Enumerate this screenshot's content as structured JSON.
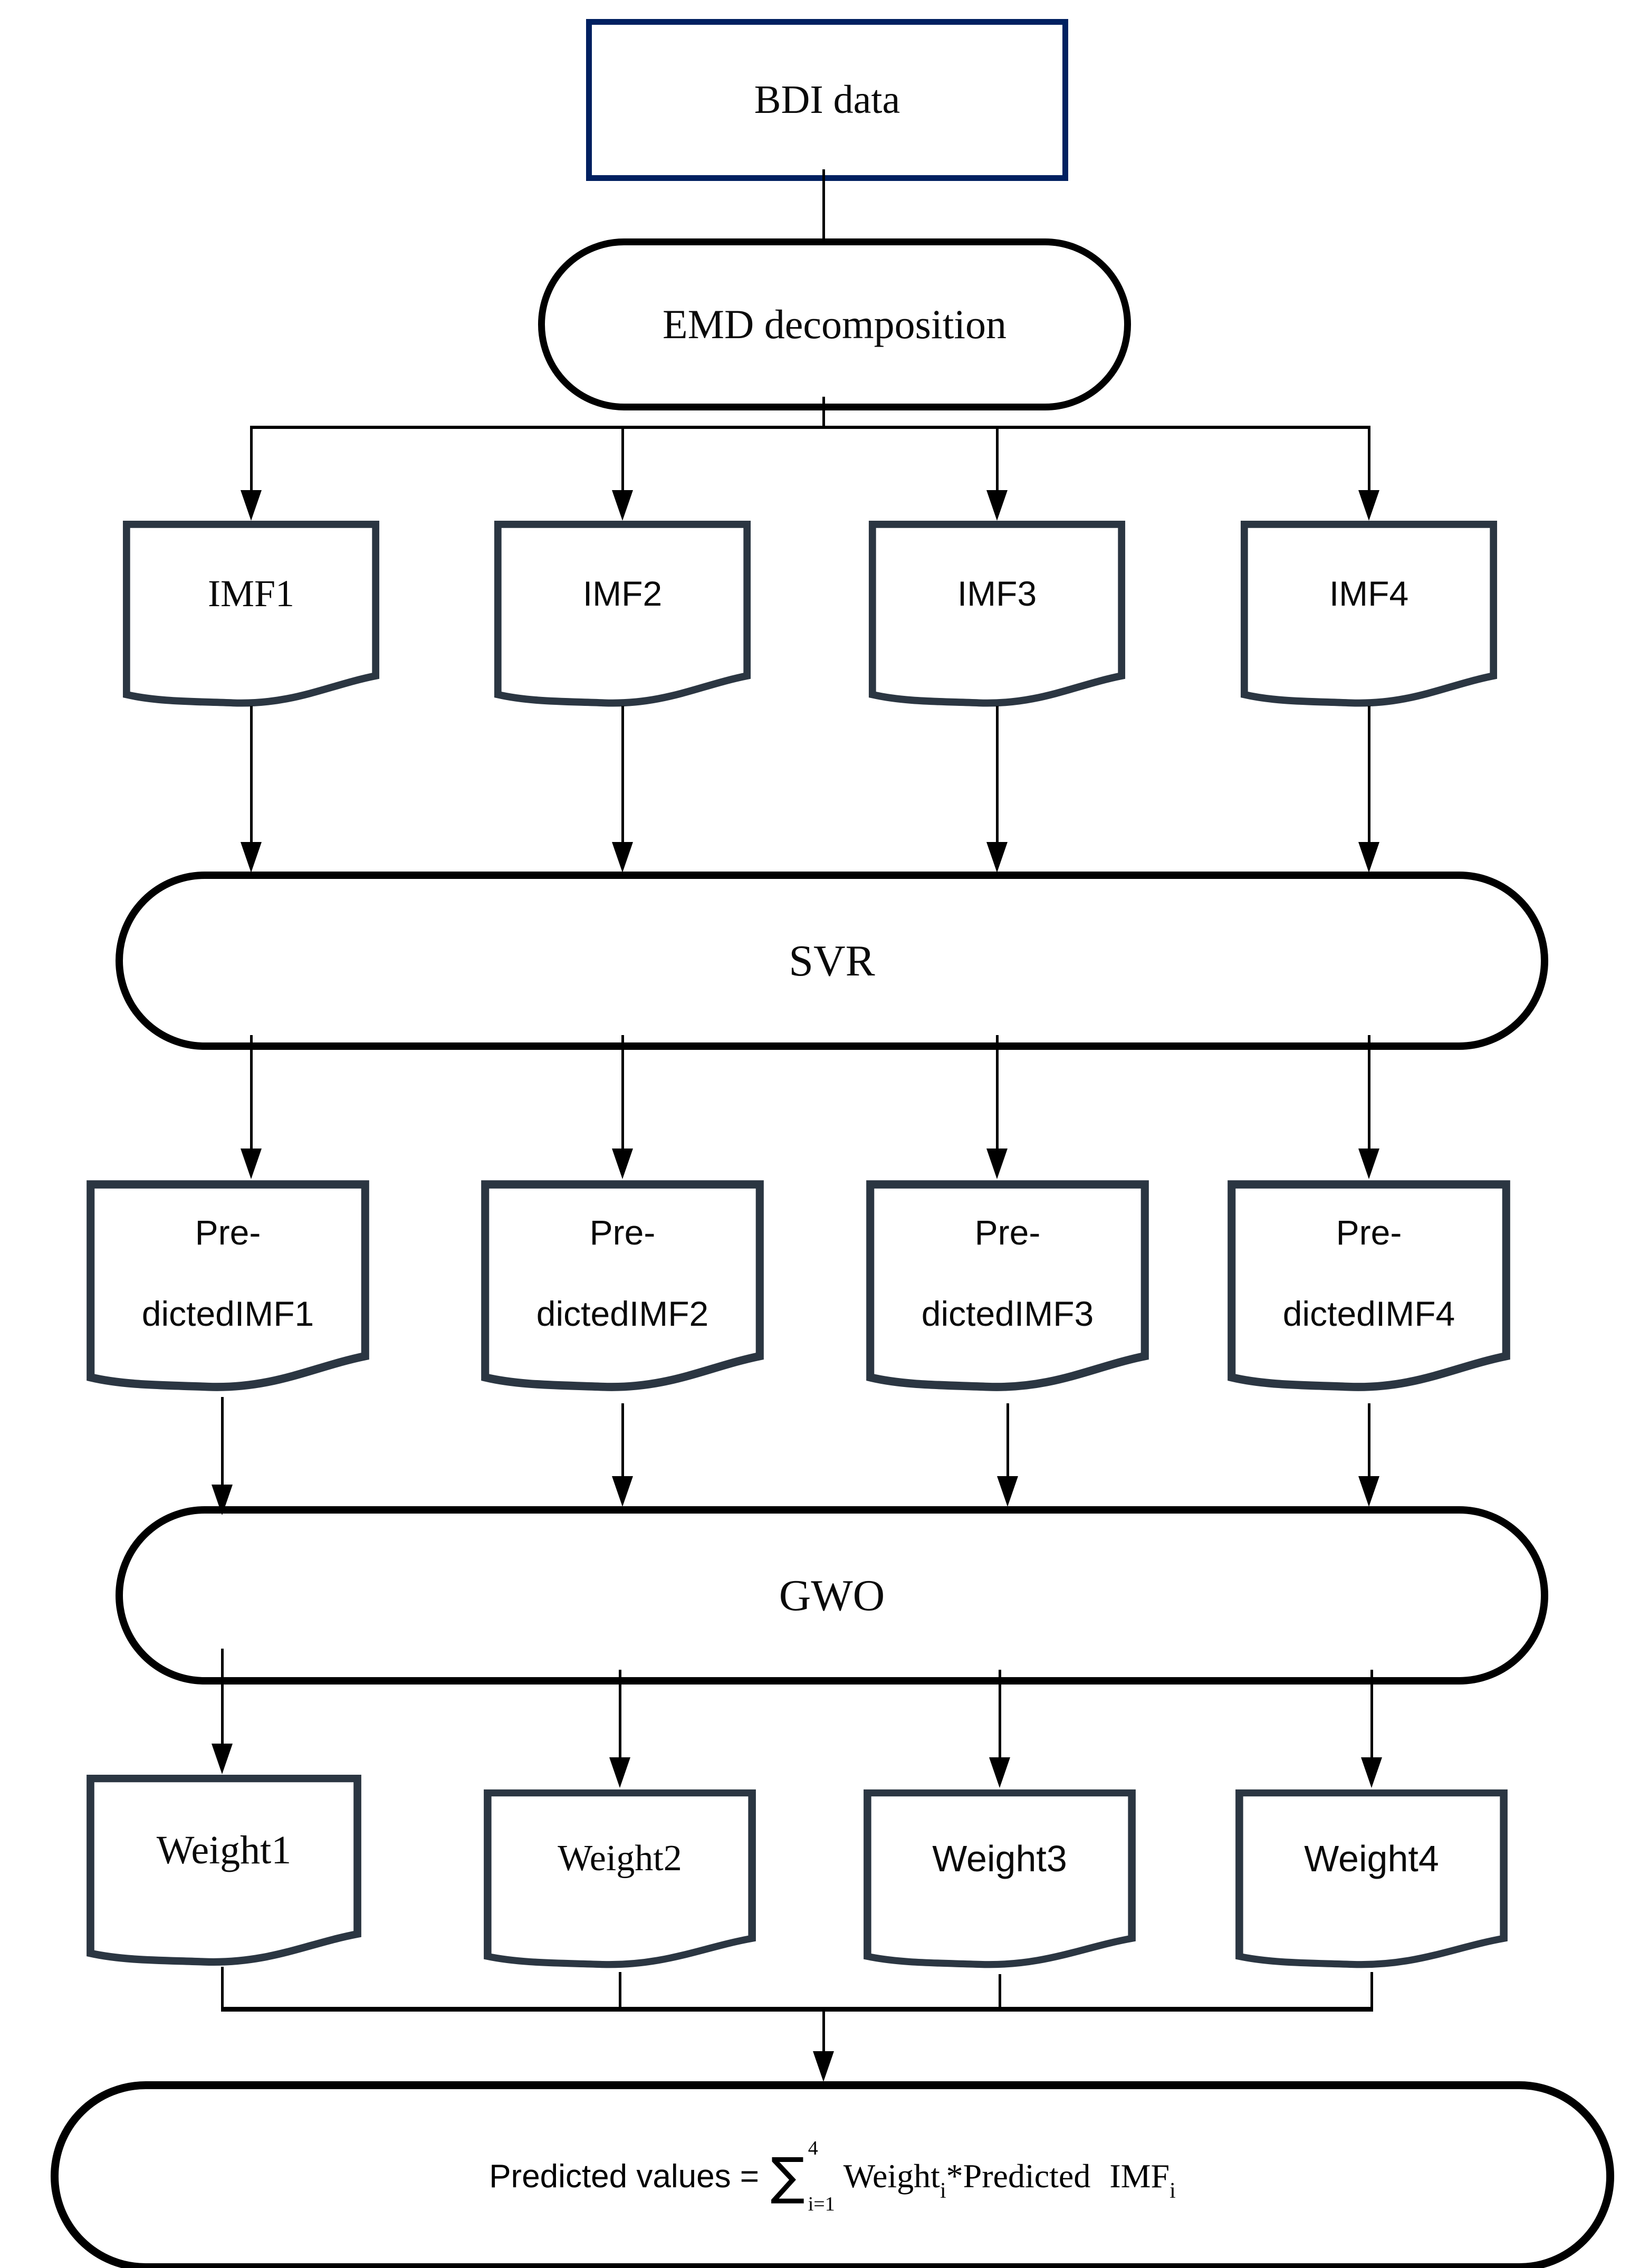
{
  "diagram": {
    "colors": {
      "accent_navy": "#002060",
      "doc_border": "#2b3642",
      "line_black": "#000000"
    },
    "bdi": {
      "label": "BDI data"
    },
    "emd": {
      "label": "EMD decomposition"
    },
    "svr": {
      "label": "SVR"
    },
    "gwo": {
      "label": "GWO"
    },
    "imf_docs": [
      {
        "label": "IMF1"
      },
      {
        "label": "IMF2"
      },
      {
        "label": "IMF3"
      },
      {
        "label": "IMF4"
      }
    ],
    "predicted_docs": [
      {
        "line1": "Pre-",
        "line2": "dictedIMF1"
      },
      {
        "line1": "Pre-",
        "line2": "dictedIMF2"
      },
      {
        "line1": "Pre-",
        "line2": "dictedIMF3"
      },
      {
        "line1": "Pre-",
        "line2": "dictedIMF4"
      }
    ],
    "weight_docs": [
      {
        "label": "Weight1"
      },
      {
        "label": "Weight2"
      },
      {
        "label": "Weight3"
      },
      {
        "label": "Weight4"
      }
    ],
    "formula": {
      "prefix": "Predicted values =",
      "sigma": "∑",
      "upper": "4",
      "lower": "i=1",
      "weight": "Weight",
      "weight_sub": "i",
      "star": "*Predicted",
      "imf": "IMF",
      "imf_sub": "i"
    }
  }
}
